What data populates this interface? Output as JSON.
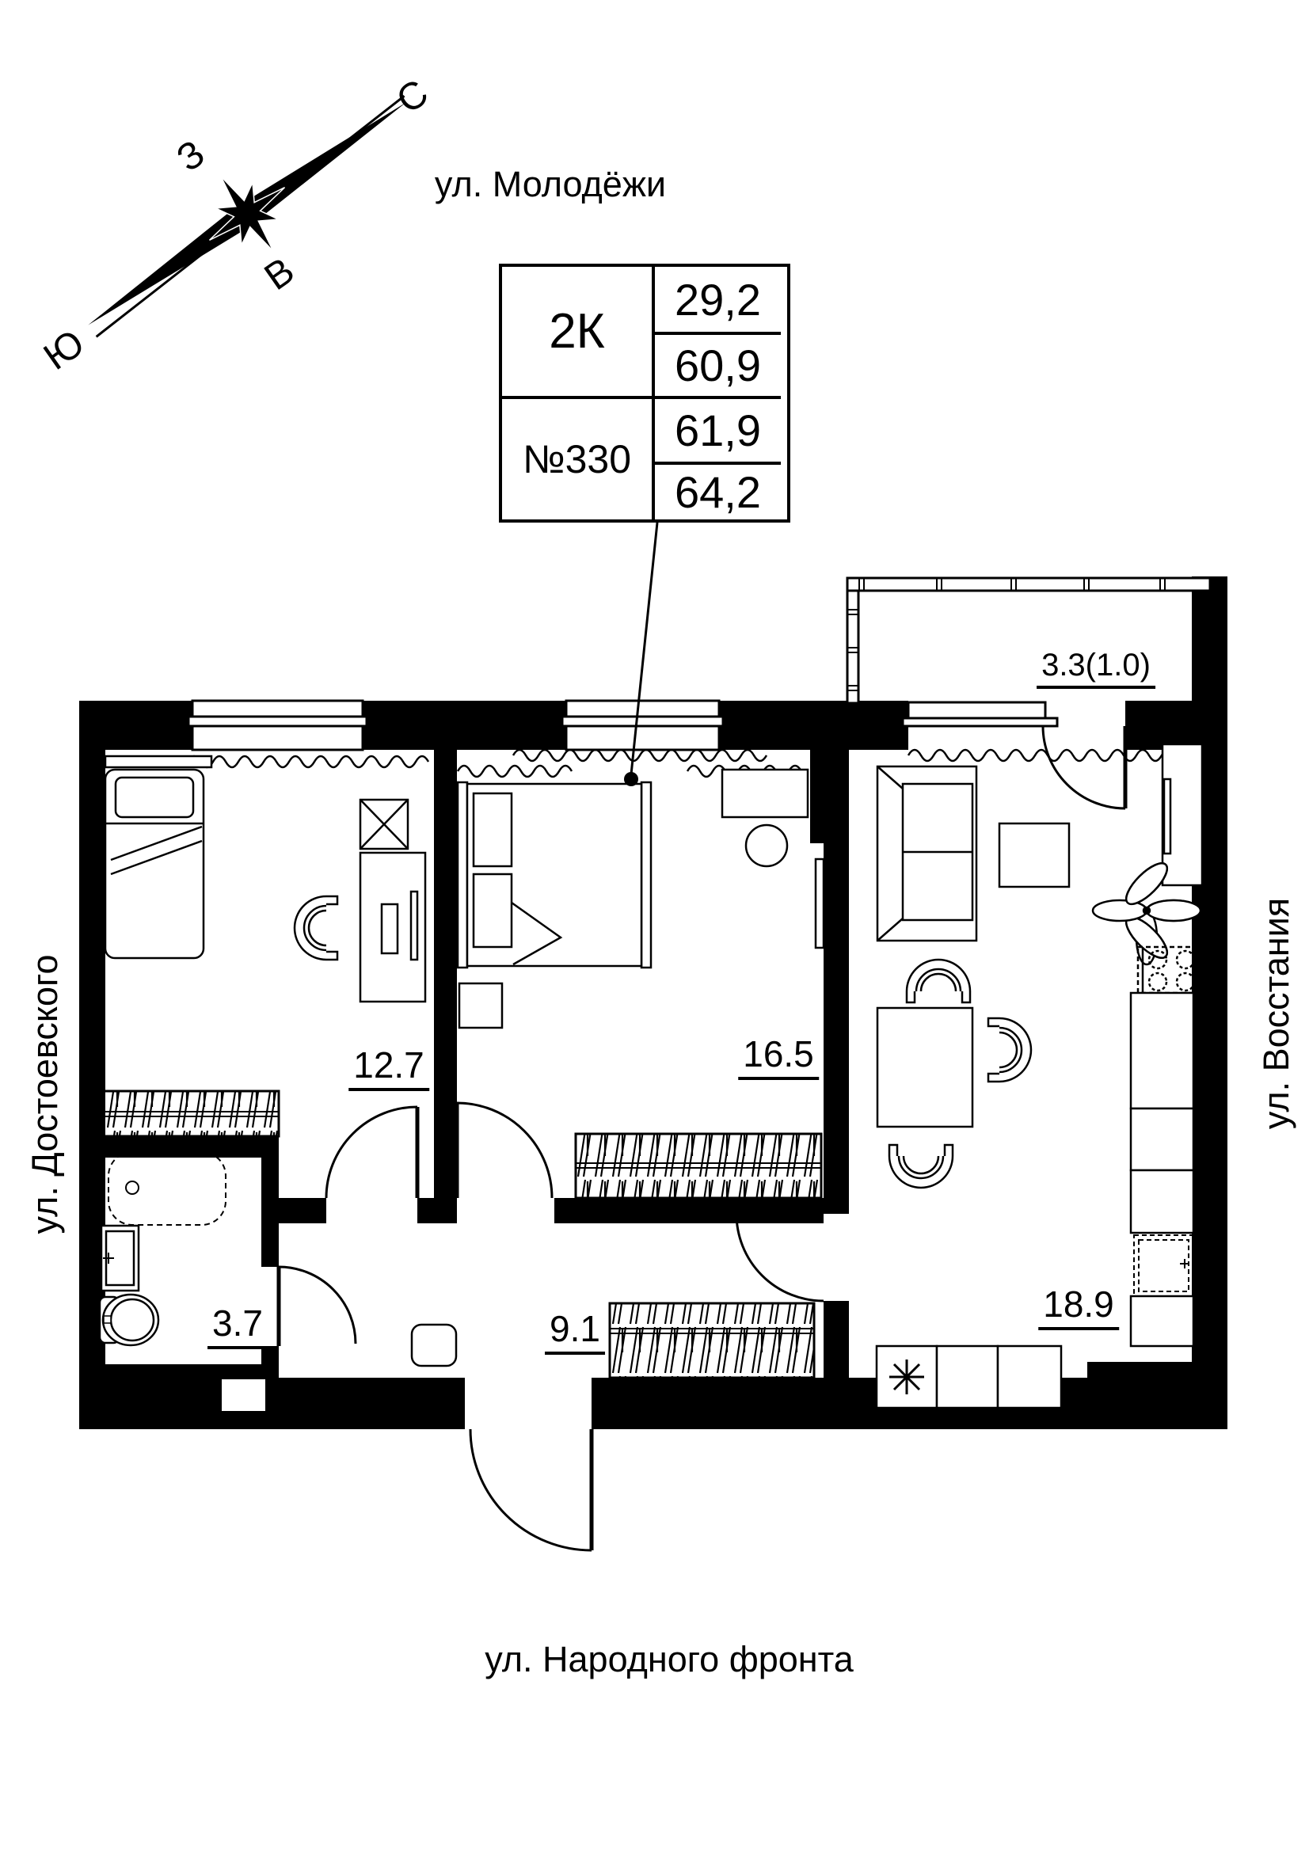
{
  "page": {
    "background": "#ffffff",
    "line_color": "#000000"
  },
  "compass": {
    "north": "С",
    "west": "З",
    "east": "В",
    "south": "Ю"
  },
  "streets": {
    "top": "ул. Молодёжи",
    "bottom": "ул. Народного фронта",
    "left": "ул. Достоевского",
    "right": "ул. Восстания"
  },
  "info_table": {
    "apartment_type": "2К",
    "apartment_number": "№330",
    "living_area": "29,2",
    "area_without_balcony": "60,9",
    "area_reduced_balcony": "61,9",
    "total_area": "64,2"
  },
  "rooms": [
    {
      "id": "bedroom-1",
      "area": "12.7"
    },
    {
      "id": "bedroom-2",
      "area": "16.5"
    },
    {
      "id": "living-kitchen",
      "area": "18.9"
    },
    {
      "id": "bathroom",
      "area": "3.7"
    },
    {
      "id": "hallway",
      "area": "9.1"
    },
    {
      "id": "balcony",
      "area": "3.3(1.0)"
    }
  ]
}
